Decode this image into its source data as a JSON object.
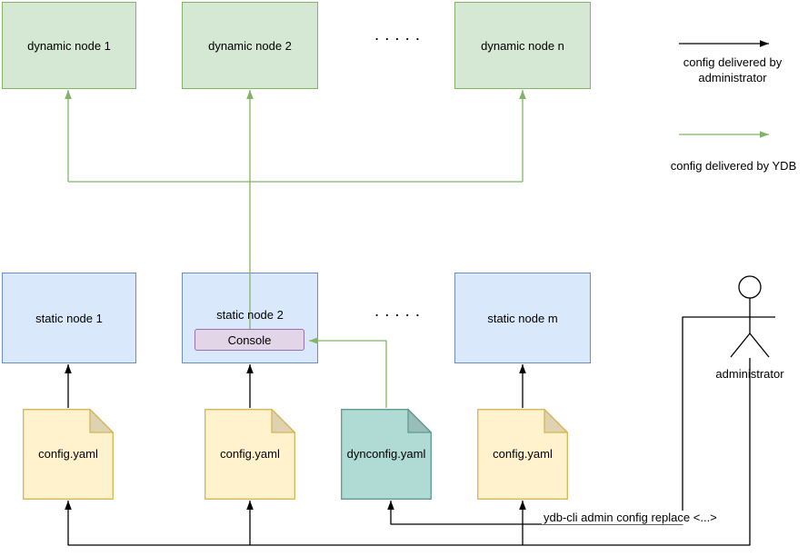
{
  "diagram": {
    "dynamic_nodes": [
      {
        "label": "dynamic node 1"
      },
      {
        "label": "dynamic node 2"
      },
      {
        "label": "dynamic node n"
      }
    ],
    "dynamic_ellipsis": ". . . . .",
    "static_nodes": [
      {
        "label": "static node 1"
      },
      {
        "label": "static node 2"
      },
      {
        "label": "static node m"
      }
    ],
    "static_ellipsis": ". . . . .",
    "console": {
      "label": "Console"
    },
    "files": [
      {
        "label": "config.yaml"
      },
      {
        "label": "config.yaml"
      },
      {
        "label": "dynconfig.yaml"
      },
      {
        "label": "config.yaml"
      }
    ],
    "administrator": {
      "label": "administrator"
    },
    "command": {
      "label": "ydb-cli admin config replace <...>"
    },
    "legend": [
      {
        "label": "config delivered by administrator",
        "arrow_color": "#000000"
      },
      {
        "label": "config delivered by YDB",
        "arrow_color": "#82b366"
      }
    ],
    "colors": {
      "dynamic_node_fill": "#d5e8d4",
      "dynamic_node_border": "#82b366",
      "static_node_fill": "#dae8fc",
      "static_node_border": "#6c8ebf",
      "console_fill": "#e1d5e7",
      "console_border": "#9673a6",
      "config_file_fill": "#fff2cc",
      "config_file_border": "#d6b656",
      "dynconfig_file_fill": "#b0dbd5",
      "dynconfig_file_border": "#5d9c91",
      "admin_arrow": "#000000",
      "ydb_arrow": "#82b366"
    }
  }
}
